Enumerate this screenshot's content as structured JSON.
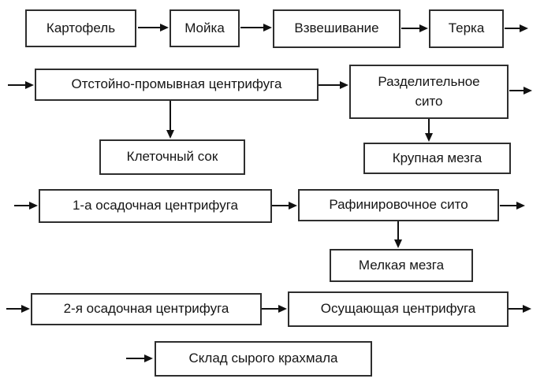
{
  "diagram": {
    "description": "Process flow diagram of raw potato starch production",
    "colors": {
      "background": "#ffffff",
      "box_border": "#2e2e2e",
      "text": "#151515",
      "arrow": "#111111"
    },
    "nodes": {
      "kartofel": "Картофель",
      "moika": "Мойка",
      "vzveshivanie": "Взвешивание",
      "terka": "Терка",
      "otstoino_promyvnaya": "Отстойно-промывная центрифуга",
      "razdelitelnoe_sito": "Разделительное\nсито",
      "kletochny_sok": "Клеточный сок",
      "krupnaya_mezga": "Крупная мезга",
      "osadochnaya_1": "1-а осадочная центрифуга",
      "rafinirovochnoe_sito": "Рафинировочное сито",
      "melkaya_mezga": "Мелкая мезга",
      "osadochnaya_2": "2-я осадочная центрифуга",
      "osushayushchaya": "Осущающая центрифуга",
      "sklad": "Склад сырого крахмала"
    }
  }
}
